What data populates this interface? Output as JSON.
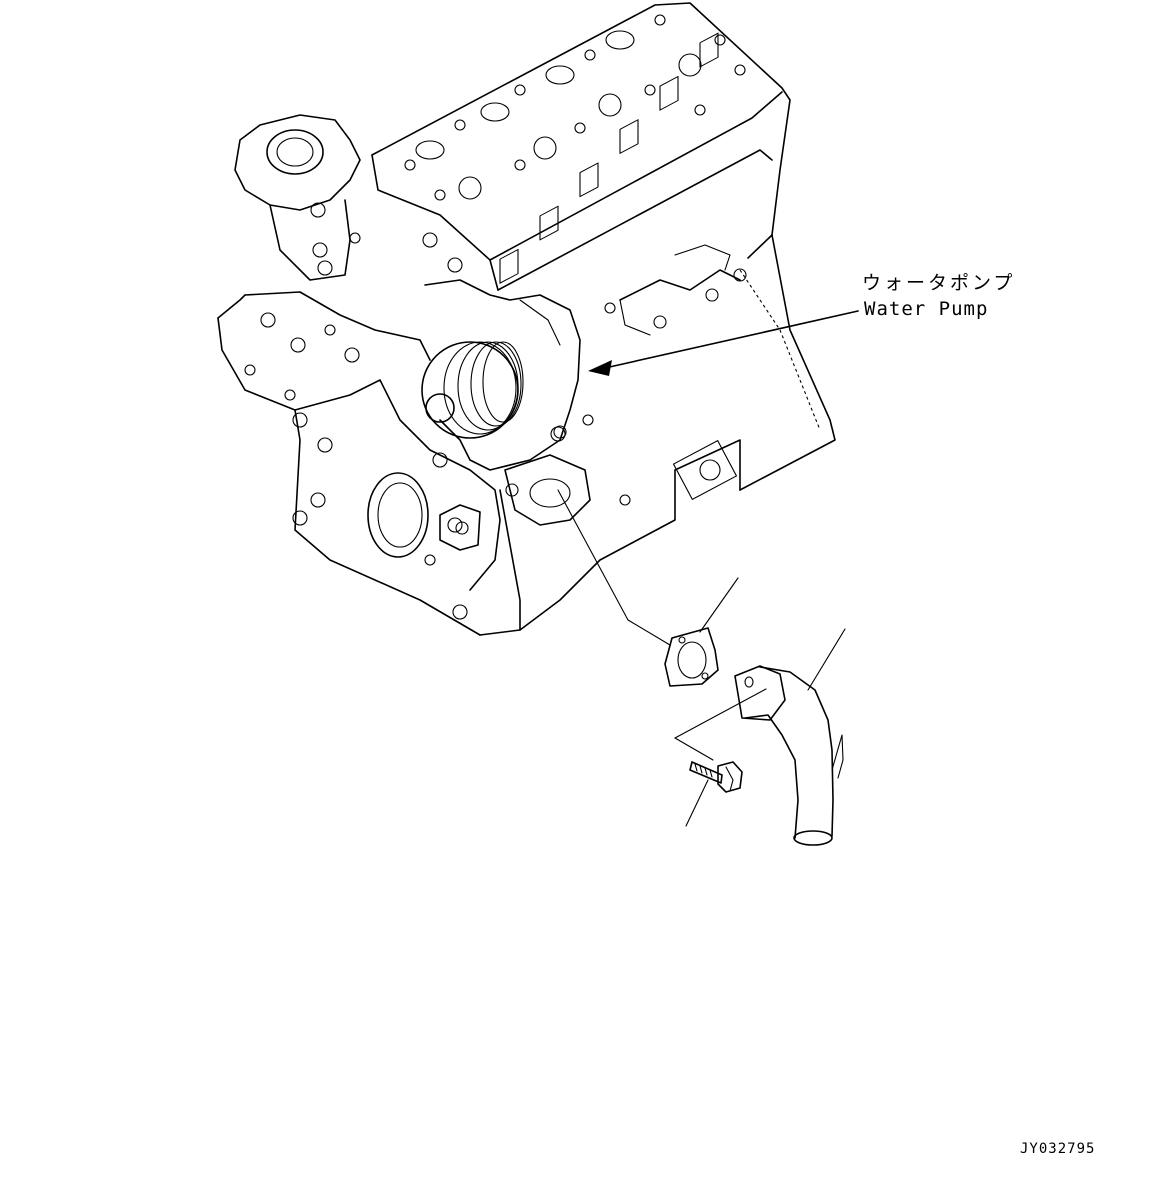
{
  "callout": {
    "label_jp": "ウォータポンプ",
    "label_en": "Water Pump"
  },
  "drawing_id": "JY032795",
  "parts": {
    "engine": "engine-block",
    "gasket": "gasket",
    "bolt": "bolt",
    "water_pipe": "water-pipe"
  },
  "colors": {
    "line": "#000000",
    "background": "#ffffff"
  }
}
